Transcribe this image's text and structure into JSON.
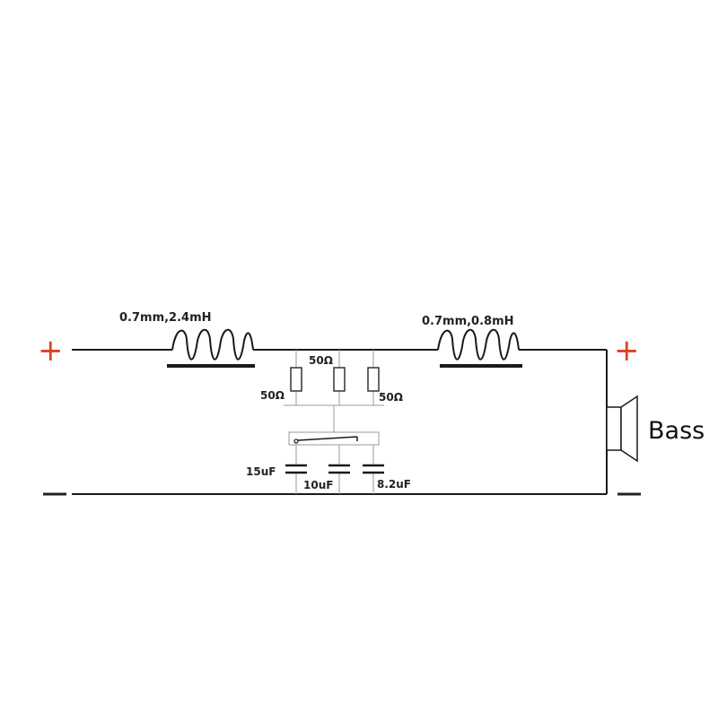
{
  "diagram": {
    "inductor_1": "0.7mm,2.4mH",
    "inductor_2": "0.7mm,0.8mH",
    "resistors": [
      "50Ω",
      "50Ω",
      "50Ω"
    ],
    "capacitors": [
      "15uF",
      "10uF",
      "8.2uF"
    ],
    "speaker_label": "Bass",
    "left_plus": "+",
    "left_minus": "−",
    "right_plus": "+",
    "right_minus": "−",
    "colors": {
      "plus": "#d9431e",
      "minus": "#222222",
      "wire": "#1a1a1a",
      "thin_wire": "#9a9a9a"
    }
  }
}
